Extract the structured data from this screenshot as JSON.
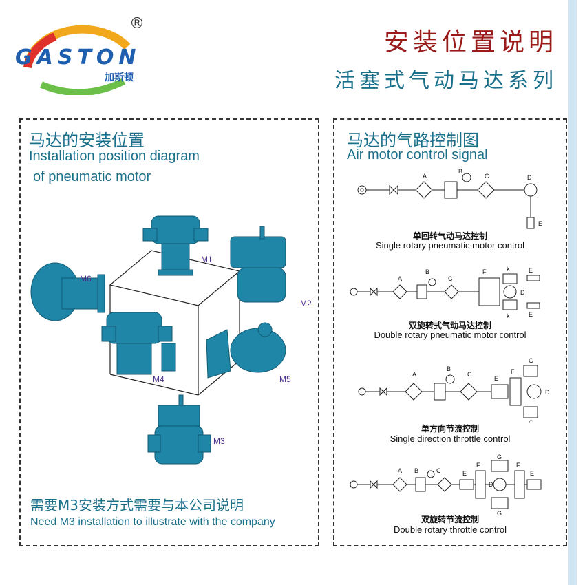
{
  "brand": {
    "name": "GASTON",
    "name_cn": "加斯顿",
    "registered": "®"
  },
  "header": {
    "title": "安装位置说明",
    "subtitle": "活塞式气动马达系列"
  },
  "left_panel": {
    "heading_cn": "马达的安装位置",
    "heading_en_line1": "Installation position diagram",
    "heading_en_line2": "of pneumatic motor",
    "positions": [
      "M1",
      "M2",
      "M3",
      "M4",
      "M5",
      "M6"
    ],
    "footer_cn": "需要M3安装方式需要与本公司说明",
    "footer_en": "Need M3 installation to illustrate with the company"
  },
  "right_panel": {
    "heading_cn": "马达的气路控制图",
    "heading_en": "Air motor control signal",
    "diagrams": [
      {
        "caption_cn": "单回转气动马达控制",
        "caption_en": "Single rotary pneumatic motor control"
      },
      {
        "caption_cn": "双旋转式气动马达控制",
        "caption_en": "Double rotary pneumatic motor control"
      },
      {
        "caption_cn": "单方向节流控制",
        "caption_en": "Single direction throttle control"
      },
      {
        "caption_cn": "双旋转节流控制",
        "caption_en": "Double rotary throttle control"
      }
    ],
    "component_letters": [
      "A",
      "B",
      "C",
      "D",
      "E",
      "F",
      "G",
      "k"
    ]
  },
  "colors": {
    "title_red": "#9b1a1a",
    "teal": "#1a6f8a",
    "motor_blue": "#1f86a8",
    "logo_blue": "#1f5fb0"
  }
}
